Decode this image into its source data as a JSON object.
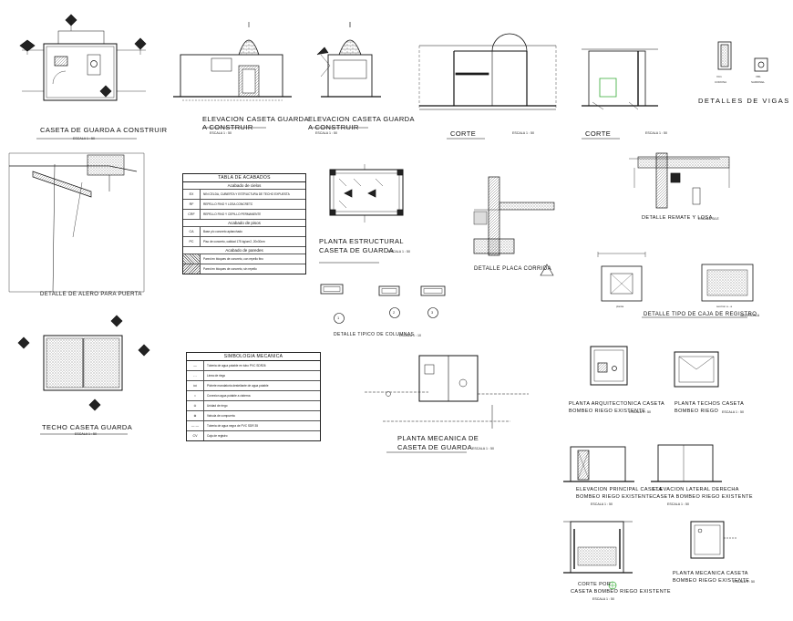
{
  "drawings": [
    {
      "id": "plan",
      "title": "CASETA DE GUARDA A CONSTRUIR",
      "scale": "ESCALA 1 : 50"
    },
    {
      "id": "elev",
      "title": "ELEVACION CASETA GUARDA",
      "title2": "A CONSTRUIR",
      "scale": "ESCALA 1 : 50"
    },
    {
      "id": "elev2",
      "title": "ELEVACION CASETA GUARDA",
      "title2": "A CONSTRUIR",
      "scale": "ESCALA 1 : 50"
    },
    {
      "id": "corte1",
      "title": "CORTE",
      "scale": "ESCALA 1 : 50"
    },
    {
      "id": "corte2",
      "title": "CORTE",
      "scale": "ESCALA 1 : 50"
    },
    {
      "id": "vigas",
      "title": "DETALLES DE VIGAS",
      "labels": [
        "VC1",
        "VB1"
      ],
      "sub": [
        "CORONA",
        "SARDINEL"
      ]
    },
    {
      "id": "alero",
      "title": "DETALLE DE ALERO PARA PUERTA"
    },
    {
      "id": "estructural",
      "title": "PLANTA ESTRUCTURAL",
      "title2": "CASETA DE GUARDA",
      "scale": "ESCALA 1 : 50"
    },
    {
      "id": "placa",
      "title": "DETALLE PLACA CORRIDA"
    },
    {
      "id": "remate",
      "title": "DETALLE REMATE Y LOSA",
      "scale": "ESCALA S/LE"
    },
    {
      "id": "columnas",
      "title": "DETALLE TIPICO DE COLUMNAS",
      "scale": "ESCALA 1 : 10",
      "marks": [
        "1",
        "2",
        "3"
      ]
    },
    {
      "id": "registro",
      "title": "DETALLE TIPO DE CAJA DE REGISTRO",
      "scale": "SIN ESCALA",
      "sub": [
        "planta",
        "seccion a - a"
      ]
    },
    {
      "id": "techo",
      "title": "TECHO CASETA GUARDA",
      "scale": "ESCALA 1 : 50"
    },
    {
      "id": "mecanica",
      "title": "PLANTA MECANICA DE",
      "title2": "CASETA DE GUARDA",
      "scale": "ESCALA 1 : 50"
    },
    {
      "id": "arq_bombeo",
      "title": "PLANTA ARQUITECTONICA CASETA",
      "title2": "BOMBEO RIEGO EXISTENTE",
      "scale": "ESCALA 1 : 50"
    },
    {
      "id": "techos_bombeo",
      "title": "PLANTA TECHOS CASETA",
      "title2": "BOMBEO RIEGO",
      "scale": "ESCALA 1 : 50"
    },
    {
      "id": "elev_bombeo",
      "title": "ELEVACION PRINCIPAL CASETA",
      "title2": "BOMBEO RIEGO EXISTENTE",
      "scale": "ESCALA 1 : 50"
    },
    {
      "id": "lat_bombeo",
      "title": "ELEVACION LATERAL DERECHA",
      "title2": "CASETA BOMBEO RIEGO EXISTENTE",
      "scale": "ESCALA 1 : 50"
    },
    {
      "id": "corte_bombeo",
      "title": "CORTE POR",
      "title2": "CASETA BOMBEO RIEGO EXISTENTE",
      "scale": "ESCALA 1 : 50"
    },
    {
      "id": "mec_bombeo",
      "title": "PLANTA MECANICA CASETA",
      "title2": "BOMBEO RIEGO EXISTENTE",
      "scale": "ESCALA 1 : 50"
    }
  ],
  "tabla_acabados": {
    "title": "TABLA DE ACABADOS",
    "section1": "Acabado de cielos",
    "rows1": [
      {
        "sym": "EX",
        "txt": "NIN CELDA, CUBIERTA Y ESTRUCTURA DE TECHO EXPUESTA"
      },
      {
        "sym": "RF",
        "txt": "REPELLO FINO Y LOSA CONCRETO"
      },
      {
        "sym": "CRF",
        "txt": "REPELLO FINO Y CEPILLO PERMANENTE"
      }
    ],
    "section2": "Acabado de pisos",
    "rows2": [
      {
        "sym": "CA",
        "txt": "Base y/o concreto aplanchado"
      },
      {
        "sym": "PC",
        "txt": "Piso de concreto, calidad 175 kg/cm2, 20x30cm"
      }
    ],
    "section3": "Acabado de paredes",
    "rows3": [
      {
        "sym": "",
        "txt": "Pared en bloques de concreto, con repello fino"
      },
      {
        "sym": "",
        "txt": "Pared en bloques de concreto, sin repello"
      }
    ]
  },
  "simbologia": {
    "title": "SIMBOLOGIA MECANICA",
    "rows": [
      {
        "sym": "",
        "txt": "Tuberia de agua potable en tubo PVC SDR26"
      },
      {
        "sym": "",
        "txt": "Linea de riego"
      },
      {
        "sym": "",
        "txt": "Pichete mandatoria destellante de agua potable"
      },
      {
        "sym": "",
        "txt": "Conexion agua potable a cisterna"
      },
      {
        "sym": "",
        "txt": "Unidad de riego"
      },
      {
        "sym": "",
        "txt": "Valvula de compuerta"
      },
      {
        "sym": "",
        "txt": "Tuberia de agua negra de PVC SDR 35"
      },
      {
        "sym": "CV",
        "txt": "Caja de registro"
      }
    ]
  }
}
